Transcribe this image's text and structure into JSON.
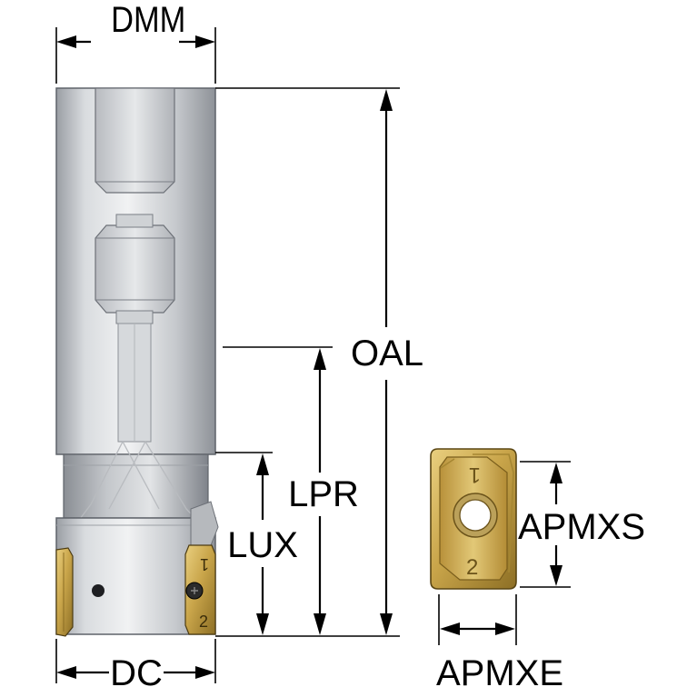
{
  "dimensions": {
    "dmm": "DMM",
    "oal": "OAL",
    "lpr": "LPR",
    "lux": "LUX",
    "dc": "DC",
    "apmxs": "APMXS",
    "apmxe": "APMXE"
  },
  "insert": {
    "mark_top": "1",
    "mark_bottom": "2"
  },
  "colors": {
    "body_steel": "#c9ccd0",
    "insert_gold": "#c9a54a",
    "line": "#000000"
  }
}
